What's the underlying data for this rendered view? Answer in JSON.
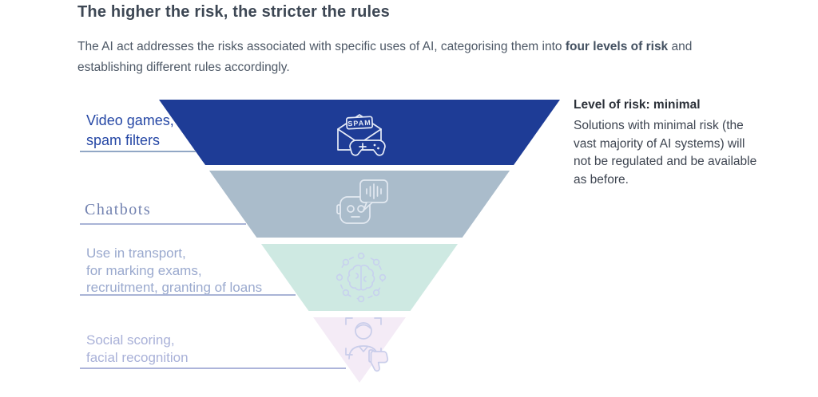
{
  "header": {
    "title": "The higher the risk, the stricter the rules",
    "intro_before": "The AI act addresses the risks associated with specific uses of AI, categorising them into ",
    "intro_bold": "four levels of risk",
    "intro_after": " and establishing different rules accordingly."
  },
  "pyramid": {
    "type": "inverted-risk-pyramid",
    "levels": [
      {
        "rank": 1,
        "label": "Video games,\nspam filters",
        "icon": "spam-game-controller-icon",
        "icon_badge_text": "SPAM",
        "band_color": "#1e3c96",
        "label_color": "#2547a5"
      },
      {
        "rank": 2,
        "label": "Chatbots",
        "icon": "chatbot-icon",
        "band_color": "#aabccb",
        "label_color": "#7282b0"
      },
      {
        "rank": 3,
        "label": "Use in transport,\nfor marking exams,\nrecruitment, granting of loans",
        "icon": "ai-network-brain-icon",
        "band_color": "#cee9e2",
        "label_color": "#9aa9ce"
      },
      {
        "rank": 4,
        "label": "Social scoring,\nfacial recognition",
        "icon": "facial-recognition-thumbs-down-icon",
        "band_color": "#f4ebf6",
        "label_color": "#a9b1d8"
      }
    ]
  },
  "detail_panel": {
    "heading": "Level of risk: minimal",
    "body": "Solutions with minimal risk (the vast majority of AI systems) will not be regulated and be available as before."
  }
}
